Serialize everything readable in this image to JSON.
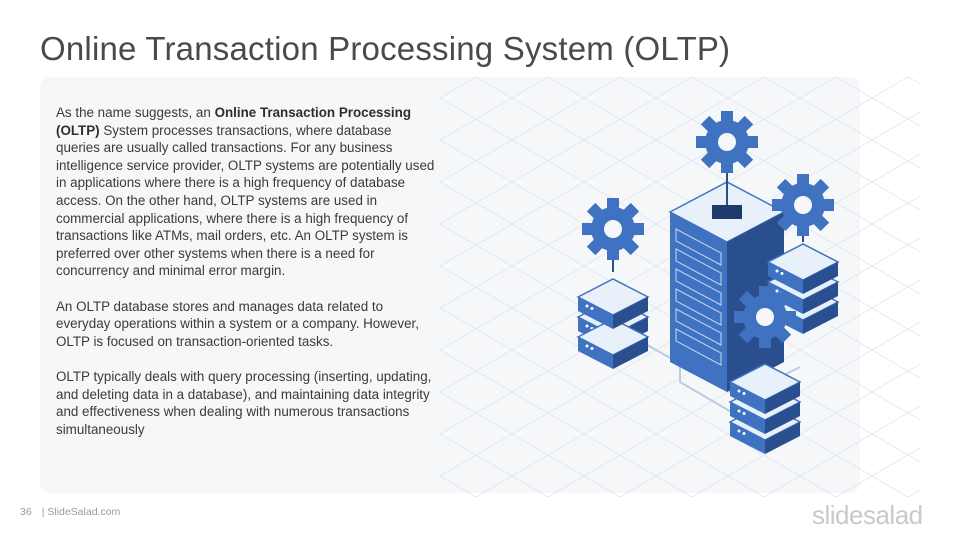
{
  "slide": {
    "title": "Online Transaction Processing System (OLTP)",
    "paragraph1": {
      "intro": "As the name suggests, an ",
      "bold": "Online Transaction Processing (OLTP)",
      "rest": " System processes transactions, where database queries are usually called transactions. For any business intelligence service provider, OLTP systems are potentially used in applications where there is a high frequency of database access. On the other hand, OLTP systems are used in commercial applications, where there is a high frequency of transactions like ATMs, mail orders, etc. An OLTP system is preferred over other systems when there is a need for concurrency and minimal error margin."
    },
    "paragraph2": "An OLTP database stores and manages data related to everyday operations within a system or a company. However, OLTP is focused on transaction-oriented tasks.",
    "paragraph3": "OLTP typically deals with query processing (inserting, updating, and deleting data in a database), and maintaining data integrity and effectiveness when dealing with numerous transactions simultaneously",
    "illustration_icon": "servers-with-gears-isometric",
    "colors": {
      "accent_blue": "#3f72c0",
      "dark_blue": "#2a4f8f",
      "light_blue": "#dce8f7",
      "grid": "#dfe7f2"
    }
  },
  "footer": {
    "page_number": "36",
    "site": "| SlideSalad.com"
  },
  "logo": {
    "text": "slidesalad"
  }
}
